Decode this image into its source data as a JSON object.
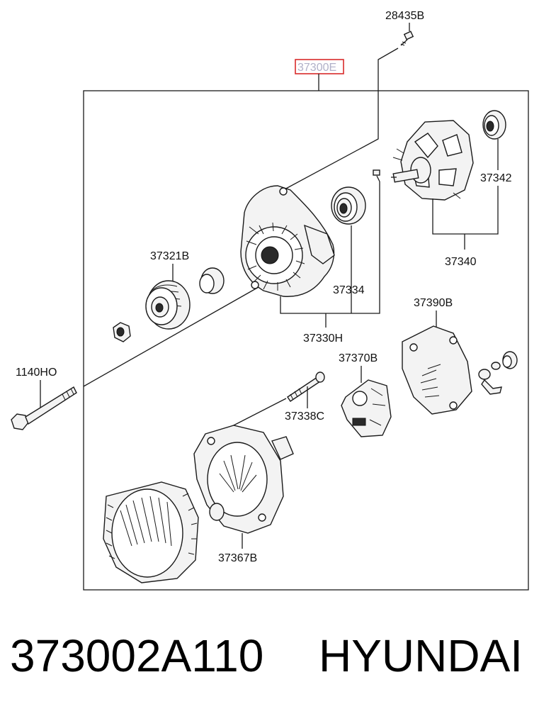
{
  "diagram": {
    "labels": {
      "l_28435B": "28435B",
      "l_37300E": "37300E",
      "l_37342": "37342",
      "l_37321B": "37321B",
      "l_37340": "37340",
      "l_37334": "37334",
      "l_37390B": "37390B",
      "l_37330H": "37330H",
      "l_37370B": "37370B",
      "l_1140HO": "1140HO",
      "l_37338C": "37338C",
      "l_37367B": "37367B"
    }
  },
  "caption": {
    "part_number": "373002A110",
    "brand": "HYUNDAI"
  },
  "colors": {
    "highlight_box": "#d92b2b",
    "line": "#1a1a1a"
  }
}
